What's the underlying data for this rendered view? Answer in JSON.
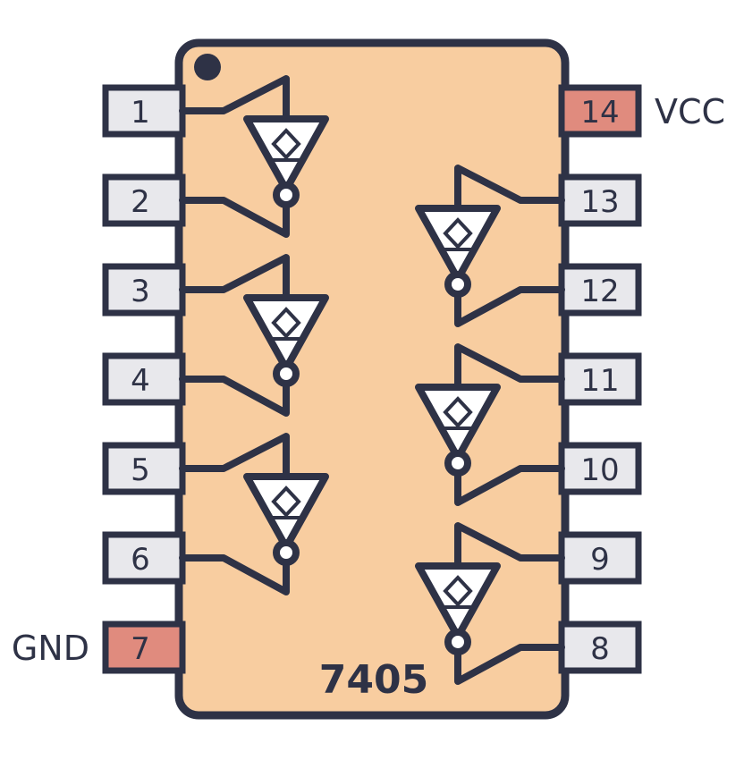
{
  "diagram": {
    "kind": "ic-pinout-diagram",
    "chip_label": "7405",
    "package_pin_count": 14,
    "pin1_marker": "pin1-dot",
    "gate_symbol": "inverter-open-collector",
    "gate_count": 6
  },
  "colors": {
    "body_fill": "#f8cda0",
    "outline": "#2e3246",
    "pin_fill": "#e8e8ec",
    "power_pin_fill": "#e08b7e",
    "gate_fill": "#ffffff",
    "background": "#ffffff"
  },
  "rails": {
    "vcc_label": "VCC",
    "gnd_label": "GND"
  },
  "pins_left": [
    {
      "number": "1",
      "power": false
    },
    {
      "number": "2",
      "power": false
    },
    {
      "number": "3",
      "power": false
    },
    {
      "number": "4",
      "power": false
    },
    {
      "number": "5",
      "power": false
    },
    {
      "number": "6",
      "power": false
    },
    {
      "number": "7",
      "power": true
    }
  ],
  "pins_right": [
    {
      "number": "14",
      "power": true
    },
    {
      "number": "13",
      "power": false
    },
    {
      "number": "12",
      "power": false
    },
    {
      "number": "11",
      "power": false
    },
    {
      "number": "10",
      "power": false
    },
    {
      "number": "9",
      "power": false
    },
    {
      "number": "8",
      "power": false
    }
  ],
  "gates_left": [
    {
      "input_pin": "1",
      "output_pin": "2"
    },
    {
      "input_pin": "3",
      "output_pin": "4"
    },
    {
      "input_pin": "5",
      "output_pin": "6"
    }
  ],
  "gates_right": [
    {
      "input_pin": "13",
      "output_pin": "12"
    },
    {
      "input_pin": "11",
      "output_pin": "10"
    },
    {
      "input_pin": "9",
      "output_pin": "8"
    }
  ]
}
